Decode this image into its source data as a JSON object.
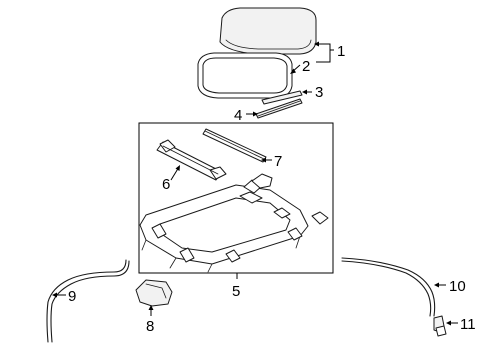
{
  "diagram": {
    "callouts": {
      "c1": "1",
      "c2": "2",
      "c3": "3",
      "c4": "4",
      "c5": "5",
      "c6": "6",
      "c7": "7",
      "c8": "8",
      "c9": "9",
      "c10": "10",
      "c11": "11"
    },
    "line_color": "#000000",
    "background": "#ffffff"
  }
}
